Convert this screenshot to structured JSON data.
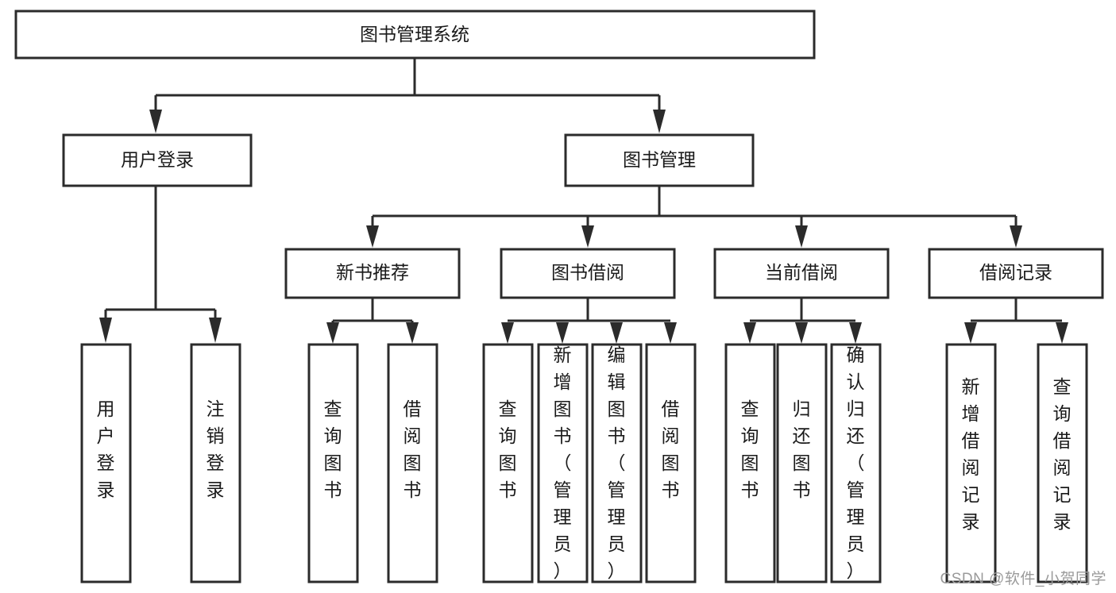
{
  "diagram": {
    "type": "tree-hierarchy",
    "title": "图书管理系统",
    "orientation": "top-down",
    "colors": {
      "box_stroke": "#2b2b2b",
      "box_fill": "#ffffff",
      "text": "#1a1a1a",
      "connector": "#2b2b2b",
      "watermark": "#9a9a9a",
      "background": "#ffffff"
    },
    "root": {
      "label": "图书管理系统"
    },
    "level2": [
      {
        "label": "用户登录"
      },
      {
        "label": "图书管理"
      }
    ],
    "level3": [
      {
        "label": "新书推荐"
      },
      {
        "label": "图书借阅"
      },
      {
        "label": "当前借阅"
      },
      {
        "label": "借阅记录"
      }
    ],
    "leaves_user_login": [
      {
        "label": "用户登录"
      },
      {
        "label": "注销登录"
      }
    ],
    "leaves_new_book": [
      {
        "label": "查询图书"
      },
      {
        "label": "借阅图书"
      }
    ],
    "leaves_borrow": [
      {
        "label": "查询图书"
      },
      {
        "label": "新增图书（管理员）"
      },
      {
        "label": "编辑图书（管理员）"
      },
      {
        "label": "借阅图书"
      }
    ],
    "leaves_current": [
      {
        "label": "查询图书"
      },
      {
        "label": "归还图书"
      },
      {
        "label": "确认归还（管理员）"
      }
    ],
    "leaves_record": [
      {
        "label": "新增借阅记录"
      },
      {
        "label": "查询借阅记录"
      }
    ]
  },
  "watermark": {
    "text": "CSDN @软件_小贺同学"
  }
}
